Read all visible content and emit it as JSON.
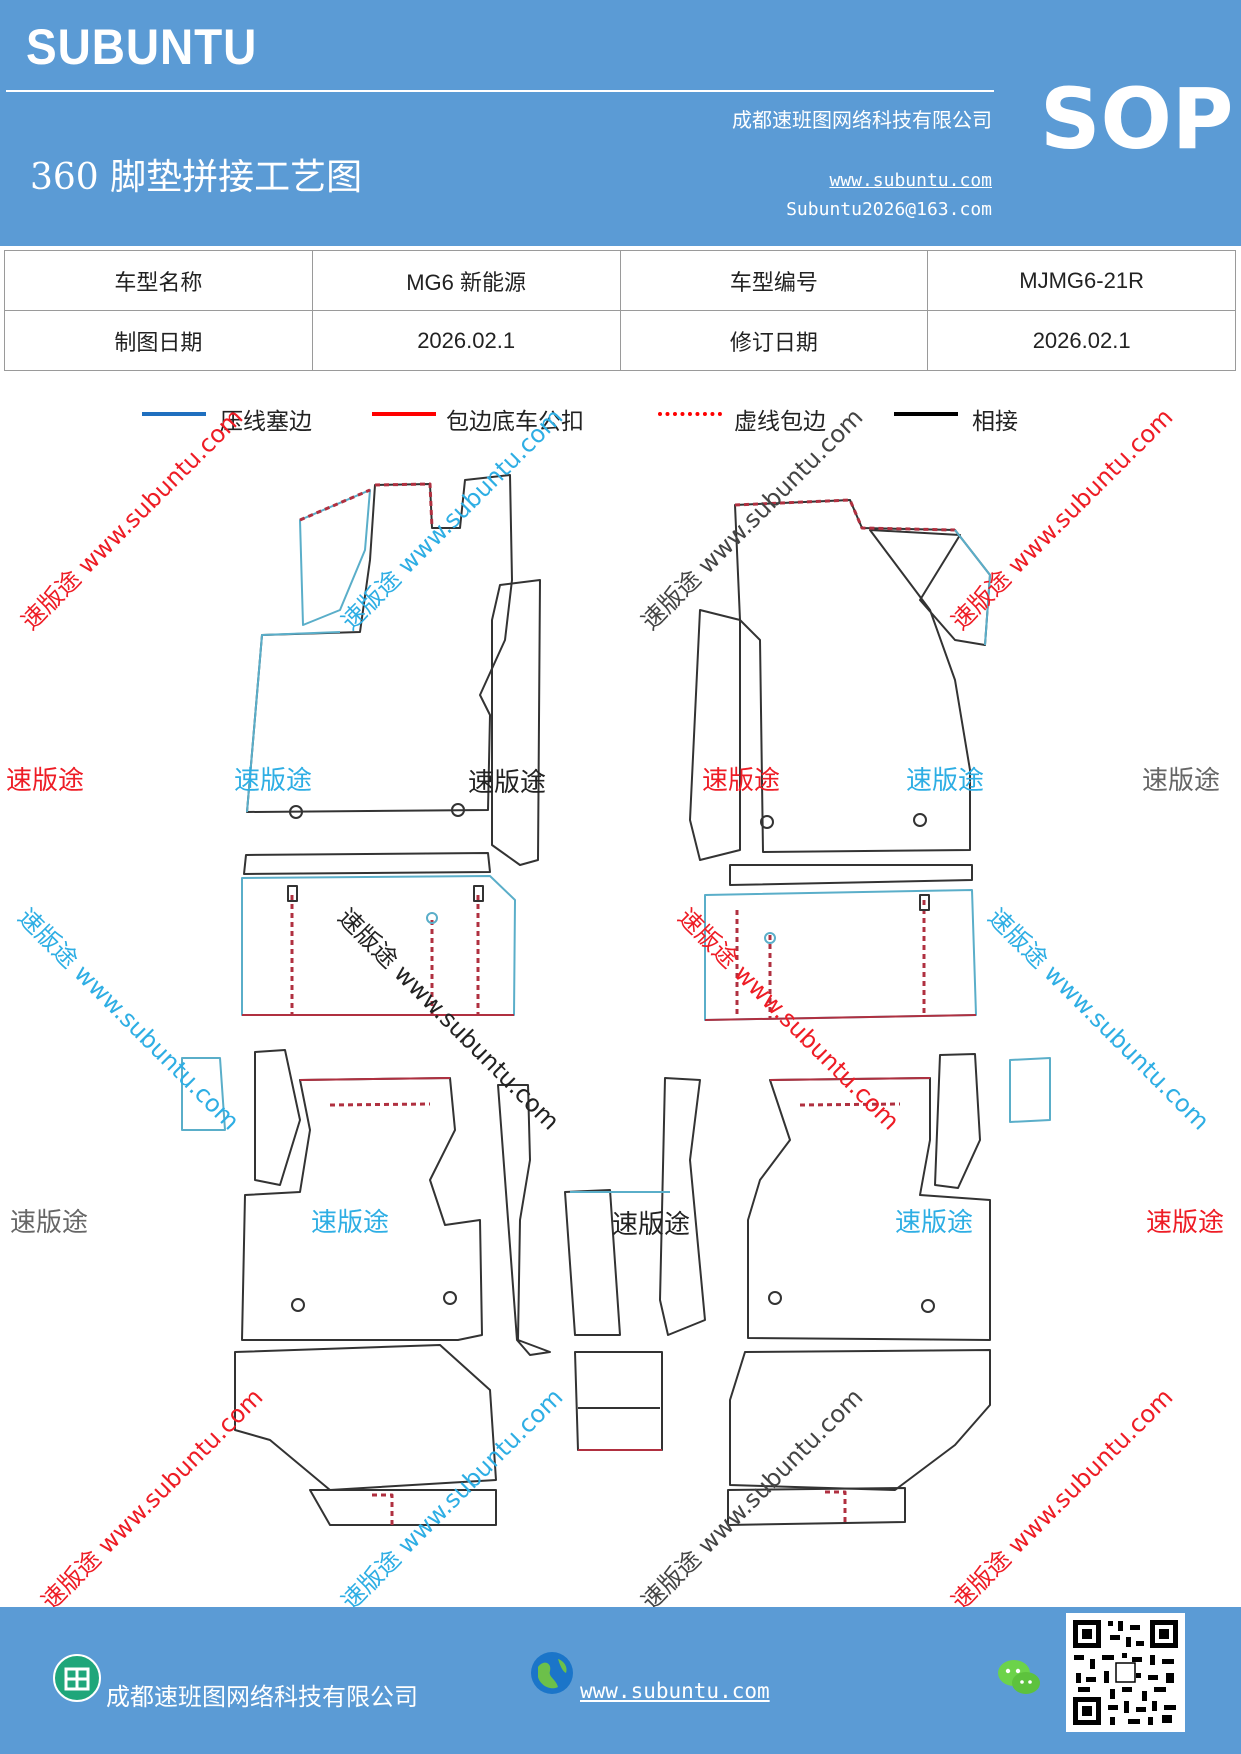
{
  "header": {
    "brand": "SUBUNTU",
    "badge": "SOP",
    "company": "成都速班图网络科技有限公司",
    "website": "www.subuntu.com",
    "email": "Subuntu2026@163.com",
    "title": "360 脚垫拼接工艺图"
  },
  "info_table": {
    "row1": {
      "label1": "车型名称",
      "value1": "MG6 新能源",
      "label2": "车型编号",
      "value2": "MJMG6-21R"
    },
    "row2": {
      "label1": "制图日期",
      "value1": "2026.02.1",
      "label2": "修订日期",
      "value2": "2026.02.1"
    }
  },
  "legend": [
    {
      "label": "压线塞边",
      "color": "#1f6fbf",
      "style": "solid"
    },
    {
      "label": "包边底车公扣",
      "color": "#ff0000",
      "style": "solid"
    },
    {
      "label": "虚线包边",
      "color": "#ff0000",
      "style": "dotted"
    },
    {
      "label": "相接",
      "color": "#000000",
      "style": "solid"
    }
  ],
  "watermark": {
    "brand": "速版途",
    "long": "速版途 www.subuntu.com"
  },
  "footer": {
    "company": "成都速班图网络科技有限公司",
    "website": "www.subuntu.com",
    "icons": [
      "company-icon",
      "globe-icon",
      "wechat-icon",
      "qr-code"
    ]
  }
}
